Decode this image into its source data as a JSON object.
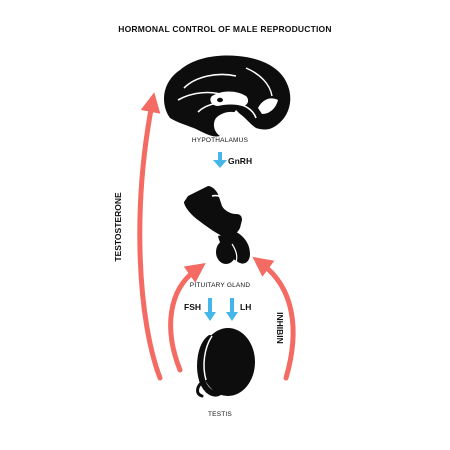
{
  "title": "HORMONAL CONTROL OF MALE REPRODUCTION",
  "organs": {
    "hypothalamus": "HYPOTHALAMUS",
    "pituitary": "PITUITARY GLAND",
    "testis": "TESTIS"
  },
  "hormones": {
    "gnrh": "GnRH",
    "fsh": "FSH",
    "lh": "LH",
    "testosterone": "TESTOSTERONE",
    "inhibin": "INHIBIN"
  },
  "colors": {
    "feedback_arrow": "#f46b63",
    "release_arrow": "#45b6ea",
    "organ_fill": "#0d0d0d",
    "text": "#111111"
  },
  "icons": [
    "brain-icon",
    "pituitary-gland-icon",
    "testis-icon"
  ]
}
